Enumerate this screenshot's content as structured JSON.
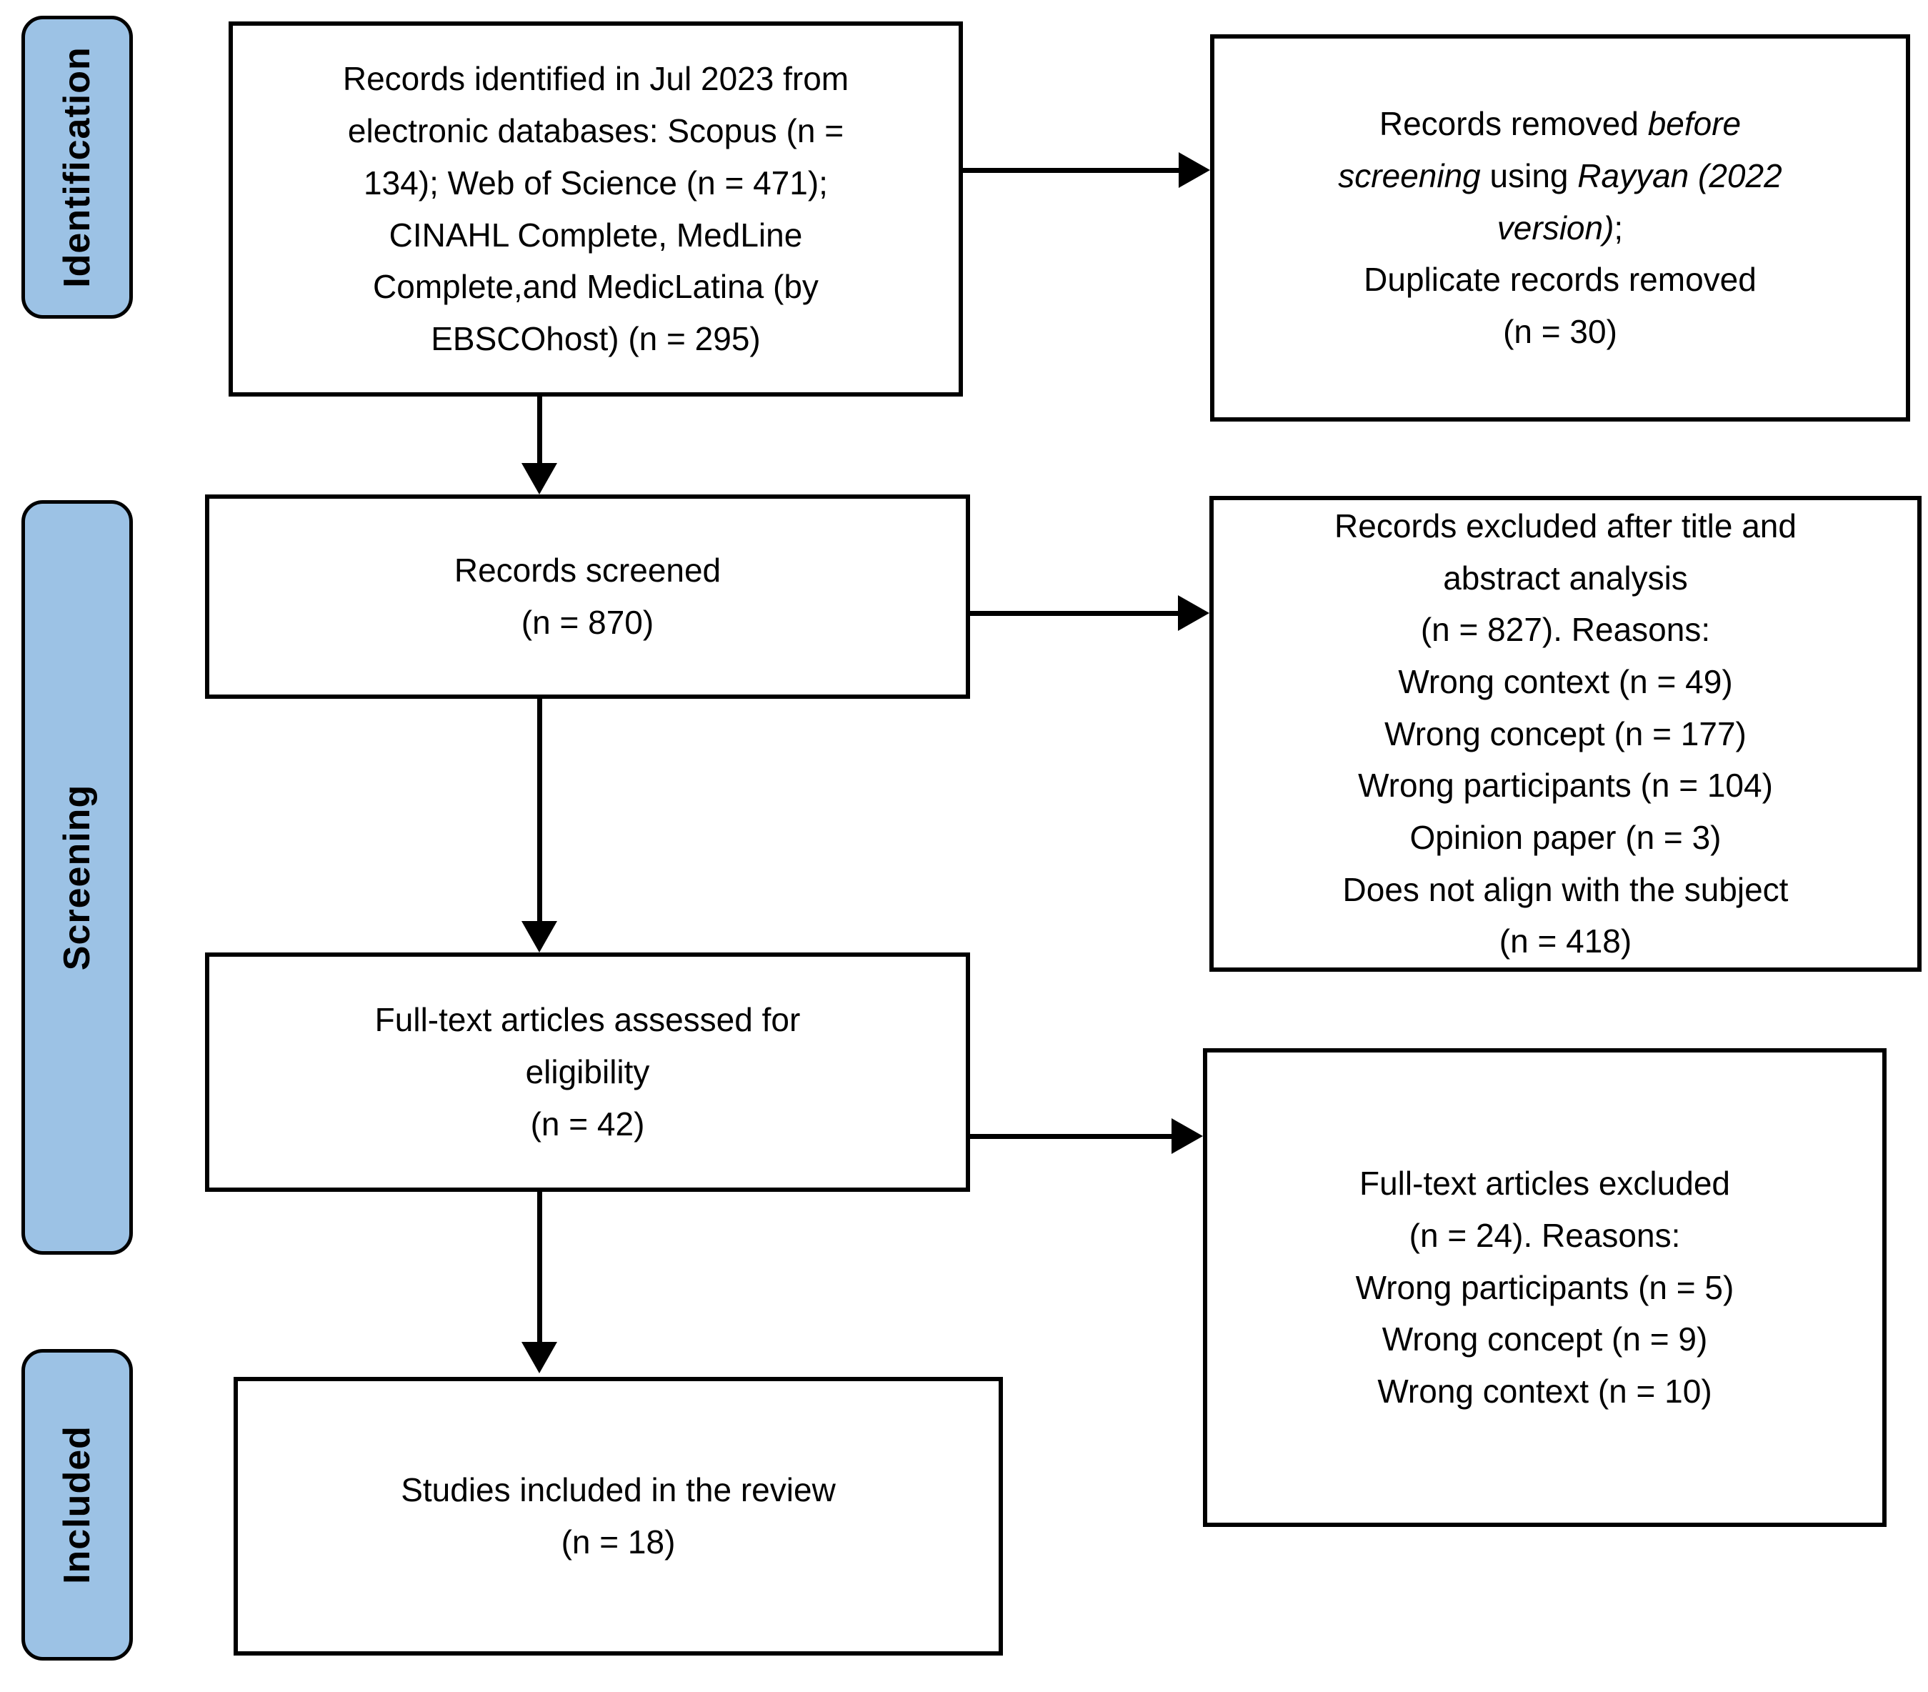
{
  "figure": {
    "type": "prisma-flow-diagram",
    "colors": {
      "stage_fill": "#9CC2E5",
      "border": "#000000",
      "box_fill": "#FFFFFF",
      "text": "#000000"
    },
    "stages": [
      {
        "id": "identification",
        "label": "Identification"
      },
      {
        "id": "screening",
        "label": "Screening"
      },
      {
        "id": "included",
        "label": "Included"
      }
    ],
    "boxes": {
      "identified": {
        "text": "Records identified in Jul 2023 from\nelectronic databases: Scopus (n =\n134); Web of Science (n = 471);\nCINAHL Complete, MedLine\nComplete,and MedicLatina (by\nEBSCOhost) (n = 295)"
      },
      "removed_before_screening": {
        "prefix": "Records removed ",
        "italic1": "before\nscreening",
        "middle": " using ",
        "italic2": "Rayyan (2022\nversion)",
        "suffix": ";\nDuplicate records removed\n(n = 30)"
      },
      "screened": {
        "text": "Records screened\n(n = 870)"
      },
      "excluded_after_screening": {
        "text": "Records excluded after title and\nabstract analysis\n(n = 827). Reasons:\nWrong context (n = 49)\nWrong concept (n = 177)\nWrong participants (n = 104)\nOpinion paper (n = 3)\nDoes not align with the subject\n(n = 418)"
      },
      "fulltext_assessed": {
        "text": "Full-text articles assessed for\neligibility\n(n = 42)"
      },
      "fulltext_excluded": {
        "text": "Full-text articles excluded\n(n = 24). Reasons:\nWrong participants (n = 5)\nWrong concept (n = 9)\nWrong context (n = 10)"
      },
      "included_studies": {
        "text": "Studies included in the review\n(n = 18)"
      }
    }
  }
}
